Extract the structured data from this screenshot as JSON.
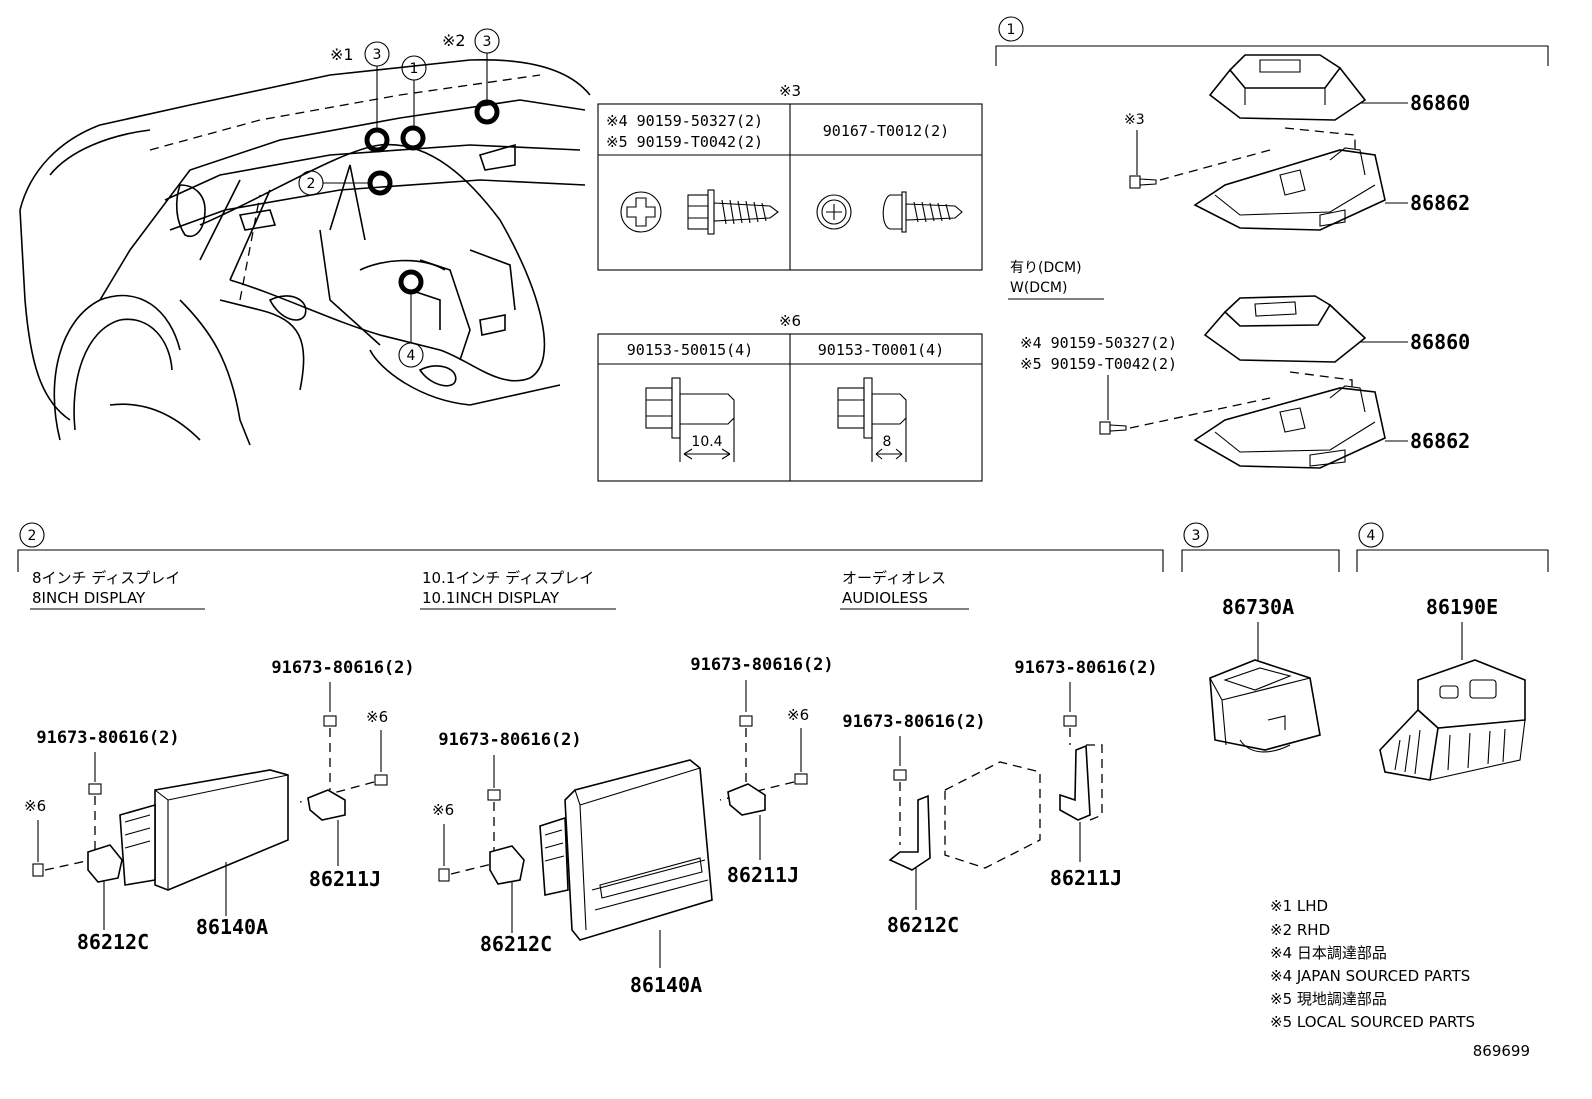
{
  "section_markers": {
    "s1": "1",
    "s2": "2",
    "s3": "3",
    "s4": "4"
  },
  "car": {
    "note_lhd": "※1",
    "note_rhd": "※2",
    "callout_1": "1",
    "callout_2": "2",
    "callout_3a": "3",
    "callout_3b": "3",
    "callout_4": "4"
  },
  "fasteners_3": {
    "label": "※3",
    "col1_line1": "※4 90159-50327(2)",
    "col1_line2": "※5 90159-T0042(2)",
    "col2": "90167-T0012(2)"
  },
  "fasteners_6": {
    "label": "※6",
    "col1": "90153-50015(4)",
    "col2": "90153-T0001(4)",
    "dim1": "10.4",
    "dim2": "8"
  },
  "section1": {
    "screw_note": "※3",
    "module_top": "86860",
    "bracket_top": "86862",
    "dcm_jp": "有り(DCM)",
    "dcm_en": "W(DCM)",
    "screw_note2_line1": "※4 90159-50327(2)",
    "screw_note2_line2": "※5 90159-T0042(2)",
    "module_bottom": "86860",
    "bracket_bottom": "86862"
  },
  "section2": {
    "g1_jp": "8インチ ディスプレイ",
    "g1_en": "8INCH DISPLAY",
    "g2_jp": "10.1インチ ディスプレイ",
    "g2_en": "10.1INCH DISPLAY",
    "g3_jp": "オーディオレス",
    "g3_en": "AUDIOLESS",
    "bolt": "91673-80616(2)",
    "note6": "※6",
    "bracket_left": "86212C",
    "bracket_right": "86211J",
    "display": "86140A"
  },
  "section3": {
    "part": "86730A"
  },
  "section4": {
    "part": "86190E"
  },
  "legend": [
    "※1 LHD",
    "※2 RHD",
    "※4 日本調達部品",
    "※4 JAPAN SOURCED PARTS",
    "※5 現地調達部品",
    "※5 LOCAL SOURCED PARTS"
  ],
  "diagram_number": "869699"
}
